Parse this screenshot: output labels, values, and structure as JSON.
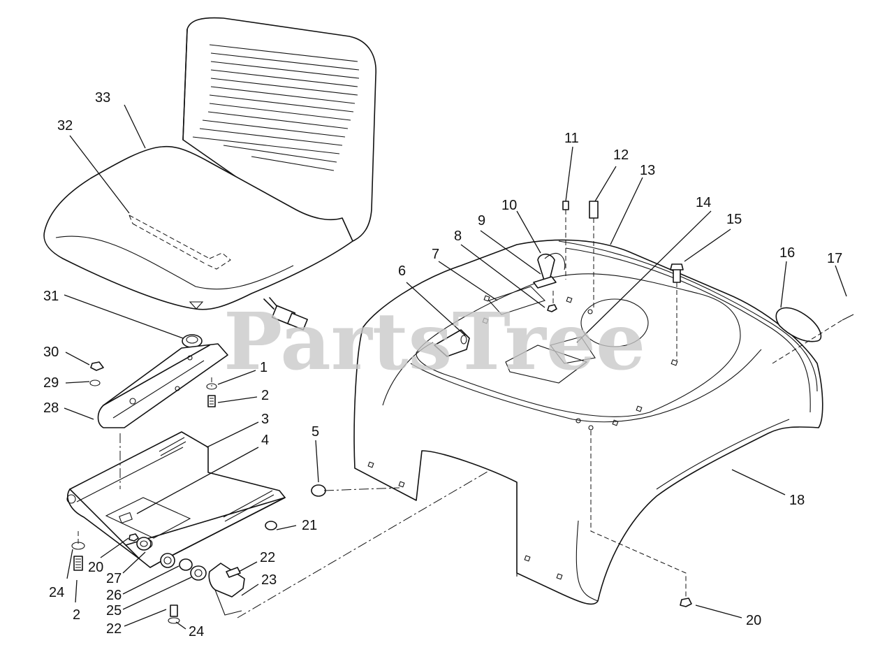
{
  "watermark": "PartsTree",
  "colors": {
    "line": "#111111",
    "watermark": "#c8c8c8",
    "background": "#ffffff"
  },
  "callouts": [
    {
      "id": "c33",
      "text": "33"
    },
    {
      "id": "c32",
      "text": "32"
    },
    {
      "id": "c31",
      "text": "31"
    },
    {
      "id": "c30",
      "text": "30"
    },
    {
      "id": "c29",
      "text": "29"
    },
    {
      "id": "c28",
      "text": "28"
    },
    {
      "id": "c1",
      "text": "1"
    },
    {
      "id": "c2a",
      "text": "2"
    },
    {
      "id": "c3",
      "text": "3"
    },
    {
      "id": "c4",
      "text": "4"
    },
    {
      "id": "c5",
      "text": "5"
    },
    {
      "id": "c6",
      "text": "6"
    },
    {
      "id": "c7",
      "text": "7"
    },
    {
      "id": "c8",
      "text": "8"
    },
    {
      "id": "c9",
      "text": "9"
    },
    {
      "id": "c10",
      "text": "10"
    },
    {
      "id": "c11",
      "text": "11"
    },
    {
      "id": "c12",
      "text": "12"
    },
    {
      "id": "c13",
      "text": "13"
    },
    {
      "id": "c14",
      "text": "14"
    },
    {
      "id": "c15",
      "text": "15"
    },
    {
      "id": "c16",
      "text": "16"
    },
    {
      "id": "c17",
      "text": "17"
    },
    {
      "id": "c18",
      "text": "18"
    },
    {
      "id": "c20a",
      "text": "20"
    },
    {
      "id": "c20b",
      "text": "20"
    },
    {
      "id": "c21",
      "text": "21"
    },
    {
      "id": "c22a",
      "text": "22"
    },
    {
      "id": "c22b",
      "text": "22"
    },
    {
      "id": "c23",
      "text": "23"
    },
    {
      "id": "c24a",
      "text": "24"
    },
    {
      "id": "c24b",
      "text": "24"
    },
    {
      "id": "c25",
      "text": "25"
    },
    {
      "id": "c26",
      "text": "26"
    },
    {
      "id": "c27",
      "text": "27"
    },
    {
      "id": "c2b",
      "text": "2"
    }
  ]
}
